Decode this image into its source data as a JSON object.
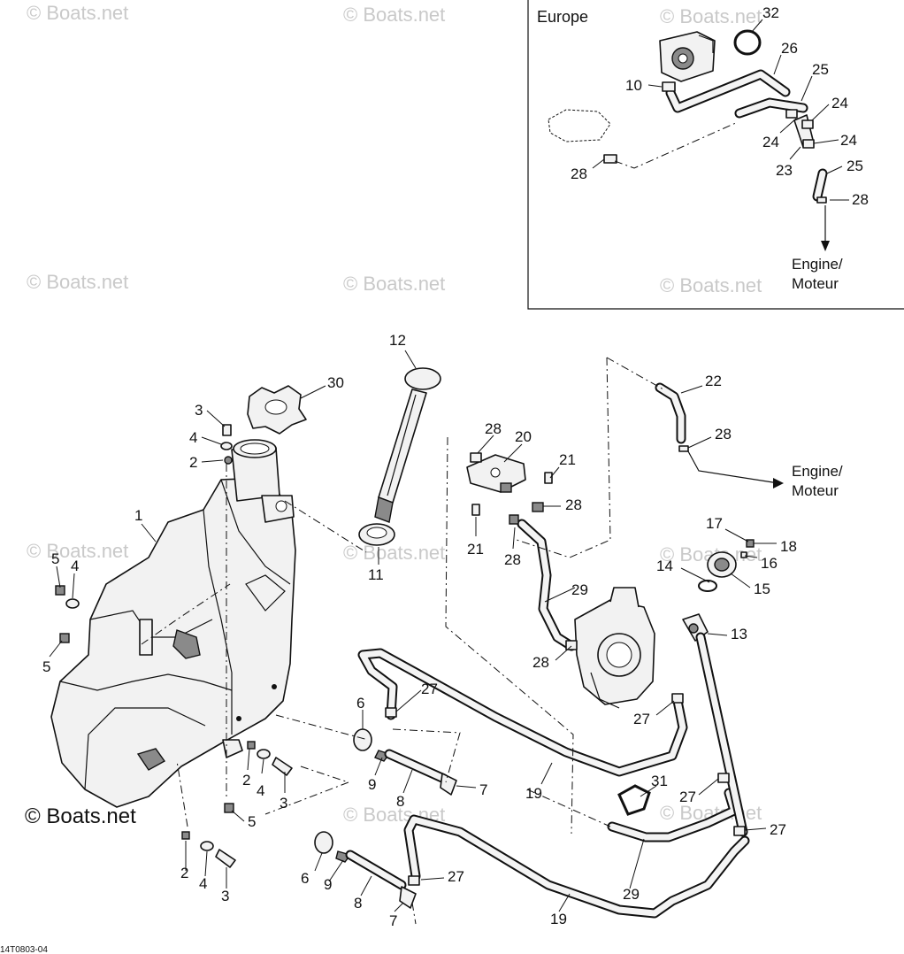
{
  "inset": {
    "heading": "Europe",
    "destination": [
      "Engine/",
      "Moteur"
    ]
  },
  "destination_main": [
    "Engine/",
    "Moteur"
  ],
  "callouts": {
    "inset": [
      "32",
      "26",
      "25",
      "24",
      "24",
      "24",
      "23",
      "25",
      "28",
      "10",
      "28"
    ],
    "main": [
      "12",
      "30",
      "3",
      "4",
      "2",
      "1",
      "5",
      "4",
      "5",
      "11",
      "28",
      "20",
      "21",
      "28",
      "21",
      "28",
      "22",
      "28",
      "17",
      "18",
      "16",
      "14",
      "15",
      "29",
      "13",
      "28",
      "6",
      "27",
      "27",
      "2",
      "4",
      "3",
      "9",
      "7",
      "8",
      "19",
      "31",
      "27",
      "27",
      "5",
      "6",
      "9",
      "27",
      "8",
      "7",
      "19",
      "29",
      "2",
      "4",
      "3"
    ]
  },
  "watermark": "© Boats.net",
  "figure_ref": "14T0803-04",
  "colors": {
    "ink": "#111111",
    "watermark": "#c9c9c9",
    "part_fill": "#f2f2f2"
  },
  "icons": [
    "fuel-tank",
    "fuel-cap",
    "fuel-gauge-sender",
    "fuel-pump",
    "carburetor",
    "fuel-filter",
    "hose-clamp",
    "grommet"
  ]
}
